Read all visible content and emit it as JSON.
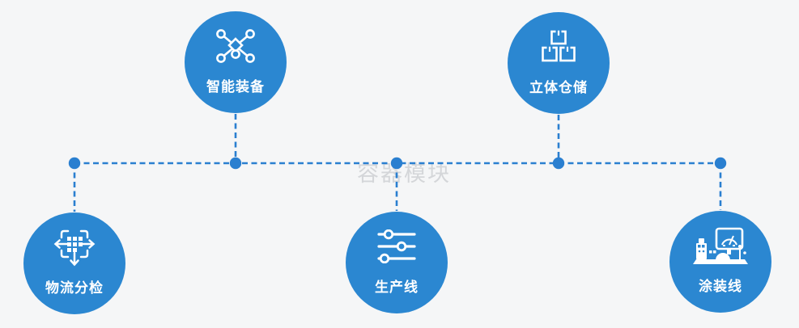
{
  "diagram": {
    "watermark": "容器模块",
    "nodes": [
      {
        "id": "smart-equipment",
        "label": "智能装备",
        "icon": "network-nodes-icon",
        "row": "top"
      },
      {
        "id": "stereo-warehouse",
        "label": "立体仓储",
        "icon": "stacked-boxes-icon",
        "row": "top"
      },
      {
        "id": "logistics-sorting",
        "label": "物流分检",
        "icon": "crossdock-arrows-icon",
        "row": "bottom"
      },
      {
        "id": "production-line",
        "label": "生产线",
        "icon": "sliders-icon",
        "row": "bottom"
      },
      {
        "id": "coating-line",
        "label": "涂装线",
        "icon": "control-station-icon",
        "row": "bottom"
      }
    ],
    "colors": {
      "node_fill": "#2b87d1",
      "connector": "#2a7fd0",
      "icon": "#ffffff",
      "label": "#ffffff",
      "background": "#f5f6f7",
      "watermark": "#d4d6d9"
    }
  }
}
